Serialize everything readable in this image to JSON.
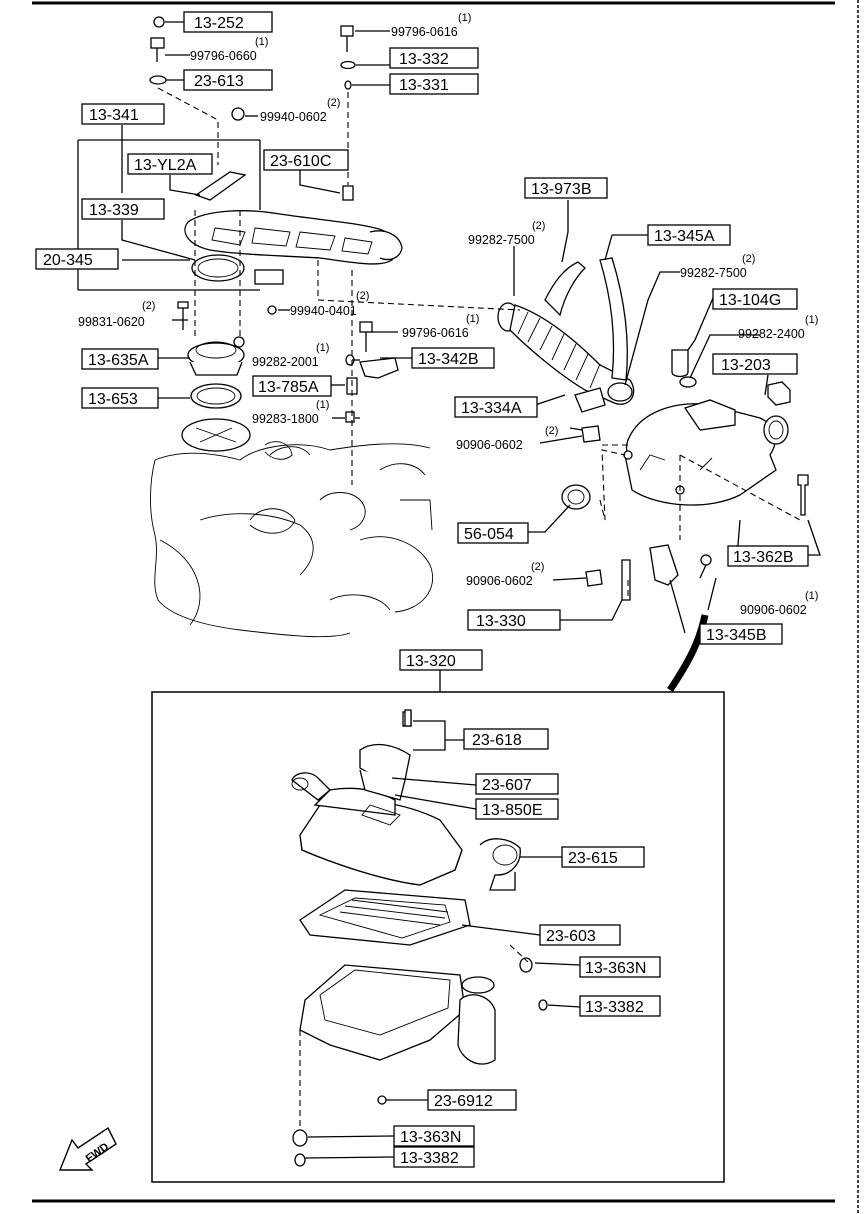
{
  "diagram": {
    "fwd_label": "FWD",
    "assembly": "13-320",
    "parts": {
      "p13252": "13-252",
      "p13332": "13-332",
      "p13331": "13-331",
      "p23613": "23-613",
      "p13341": "13-341",
      "p13yl2a": "13-YL2A",
      "p23610c": "23-610C",
      "p13339": "13-339",
      "p20345": "20-345",
      "p13973b": "13-973B",
      "p13345a": "13-345A",
      "p13104g": "13-104G",
      "p13203": "13-203",
      "p13635a": "13-635A",
      "p13342b": "13-342B",
      "p13785a": "13-785A",
      "p13653": "13-653",
      "p13334a": "13-334A",
      "p56054": "56-054",
      "p13362b": "13-362B",
      "p13330": "13-330",
      "p13345b": "13-345B",
      "p23618": "23-618",
      "p23607": "23-607",
      "p13850e": "13-850E",
      "p23615": "23-615",
      "p23603": "23-603",
      "p13363n_a": "13-363N",
      "p133382_a": "13-3382",
      "p236912": "23-6912",
      "p13363n_b": "13-363N",
      "p133382_b": "13-3382"
    },
    "numbers": {
      "n1": "99796-0616",
      "n2": "99796-0660",
      "n3": "99940-0602",
      "n4": "99282-7500",
      "n5": "99282-7500",
      "n6": "99282-2400",
      "n7": "99831-0620",
      "n8": "99940-0401",
      "n9": "99796-0616",
      "n10": "99282-2001",
      "n11": "99283-1800",
      "n12": "90906-0602",
      "n13": "90906-0602",
      "n14": "90906-0602"
    },
    "qty": {
      "q1": "(1)",
      "q2": "(1)",
      "q3": "(2)",
      "q4": "(2)",
      "q5": "(2)",
      "q6": "(1)",
      "q7": "(2)",
      "q8": "(2)",
      "q9": "(1)",
      "q10": "(1)",
      "q11": "(1)",
      "q12": "(2)",
      "q13": "(2)",
      "q14": "(1)"
    }
  }
}
